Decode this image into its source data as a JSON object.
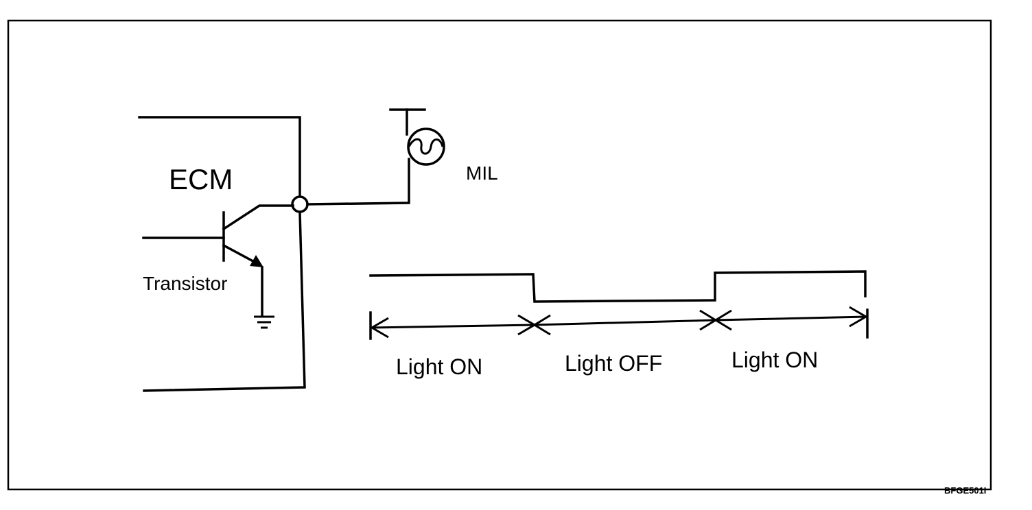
{
  "ecm_label": "ECM",
  "transistor_label": "Transistor",
  "mil_label": "MIL",
  "timing": {
    "segments": [
      {
        "label": "Light ON",
        "state": "high"
      },
      {
        "label": "Light OFF",
        "state": "low"
      },
      {
        "label": "Light ON",
        "state": "high"
      }
    ]
  },
  "figure_code": "BFGE501I"
}
